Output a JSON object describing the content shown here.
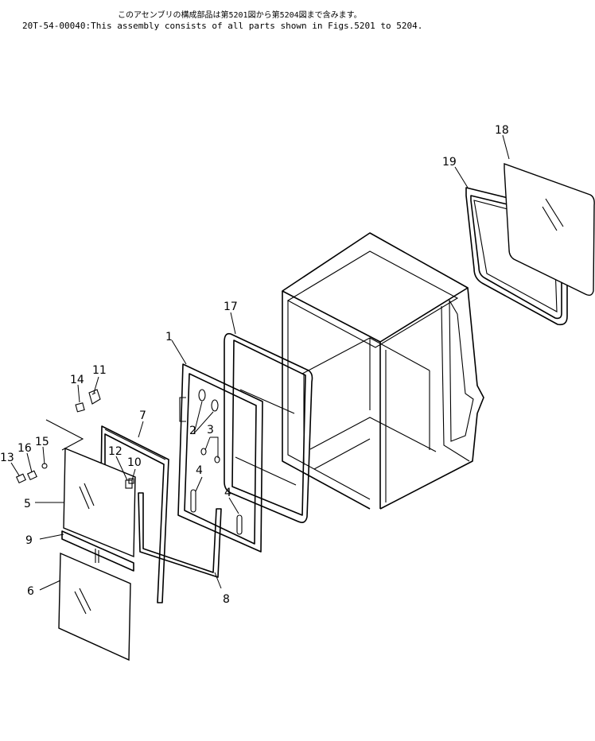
{
  "header": {
    "note_jp": "このアセンブリの構成部品は第5201図から第5204図まで含みます。",
    "assembly_no": "20T-54-00040",
    "note_en": "This assembly consists of all parts shown in Figs.5201 to 5204."
  },
  "callouts": [
    "1",
    "2",
    "3",
    "4",
    "4",
    "5",
    "6",
    "7",
    "8",
    "9",
    "10",
    "11",
    "12",
    "13",
    "14",
    "15",
    "16",
    "17",
    "18",
    "19"
  ]
}
